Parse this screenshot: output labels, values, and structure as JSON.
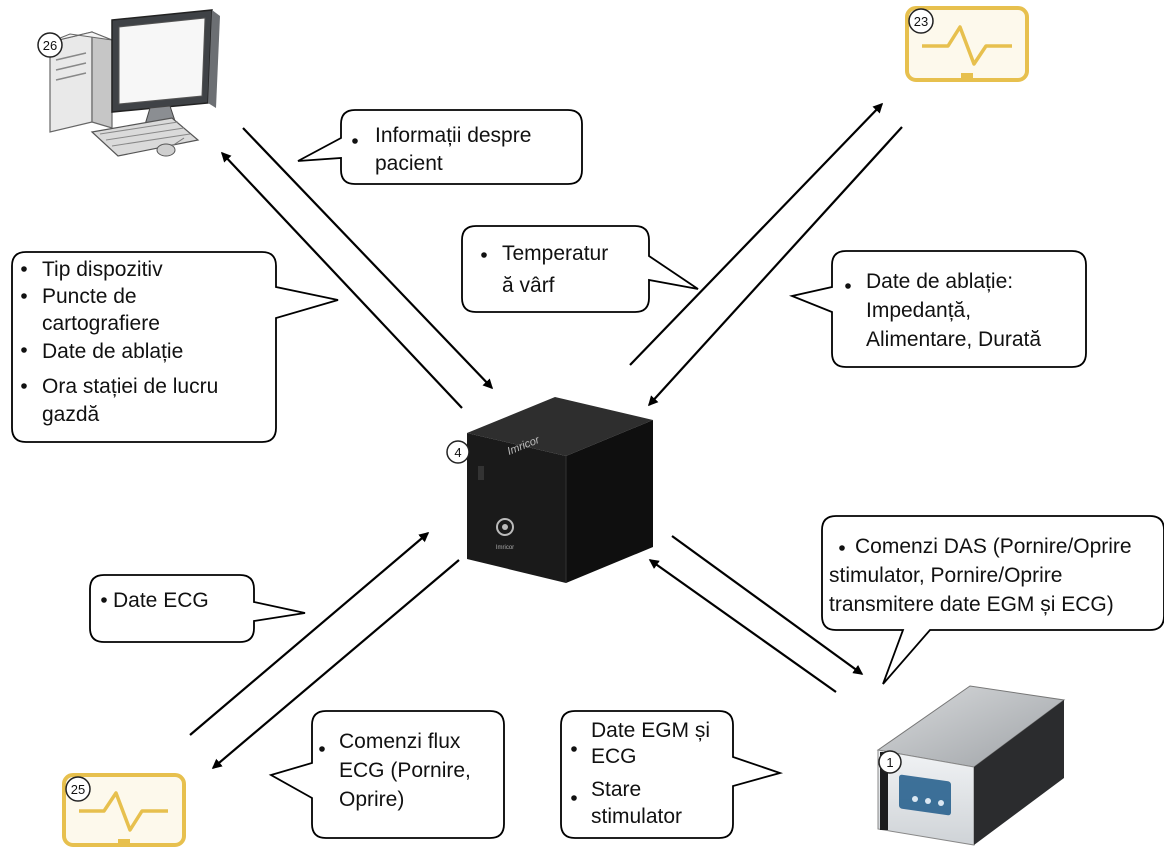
{
  "badges": {
    "computer": "26",
    "monitor_top": "23",
    "monitor_bottom": "25",
    "central": "4",
    "das_box": "1"
  },
  "device_text": {
    "central_brand": "Imricor",
    "central_logo_text": "Imricor"
  },
  "bubbles": {
    "patient_info": [
      "Informații despre",
      "pacient"
    ],
    "temperature": [
      "Temperatur",
      "ă vârf"
    ],
    "ablation_data": [
      "Date de ablație:",
      "Impedanță,",
      "Alimentare, Durată"
    ],
    "workstation_list": [
      "Tip dispozitiv",
      "Puncte de",
      "cartografiere",
      "Date de ablație",
      "Ora stației de lucru",
      "gazdă"
    ],
    "das_commands": [
      "Comenzi DAS (Pornire/Oprire",
      "stimulator, Pornire/Oprire",
      "transmitere date EGM și ECG)"
    ],
    "ecg_data": [
      "Date ECG"
    ],
    "ecg_flow": [
      "Comenzi flux",
      "ECG (Pornire,",
      "Oprire)"
    ],
    "egm_status": [
      "Date EGM și",
      "ECG",
      "Stare",
      "stimulator"
    ]
  },
  "colors": {
    "monitor_gold": "#e7c04e",
    "monitor_fill": "#fdf9ec",
    "arrow": "#000000",
    "device_dark": "#1c1c1c"
  },
  "icons": {
    "computer": "desktop-computer-icon",
    "monitor": "waveform-monitor-icon",
    "central": "central-unit-device",
    "das": "das-box-device"
  }
}
